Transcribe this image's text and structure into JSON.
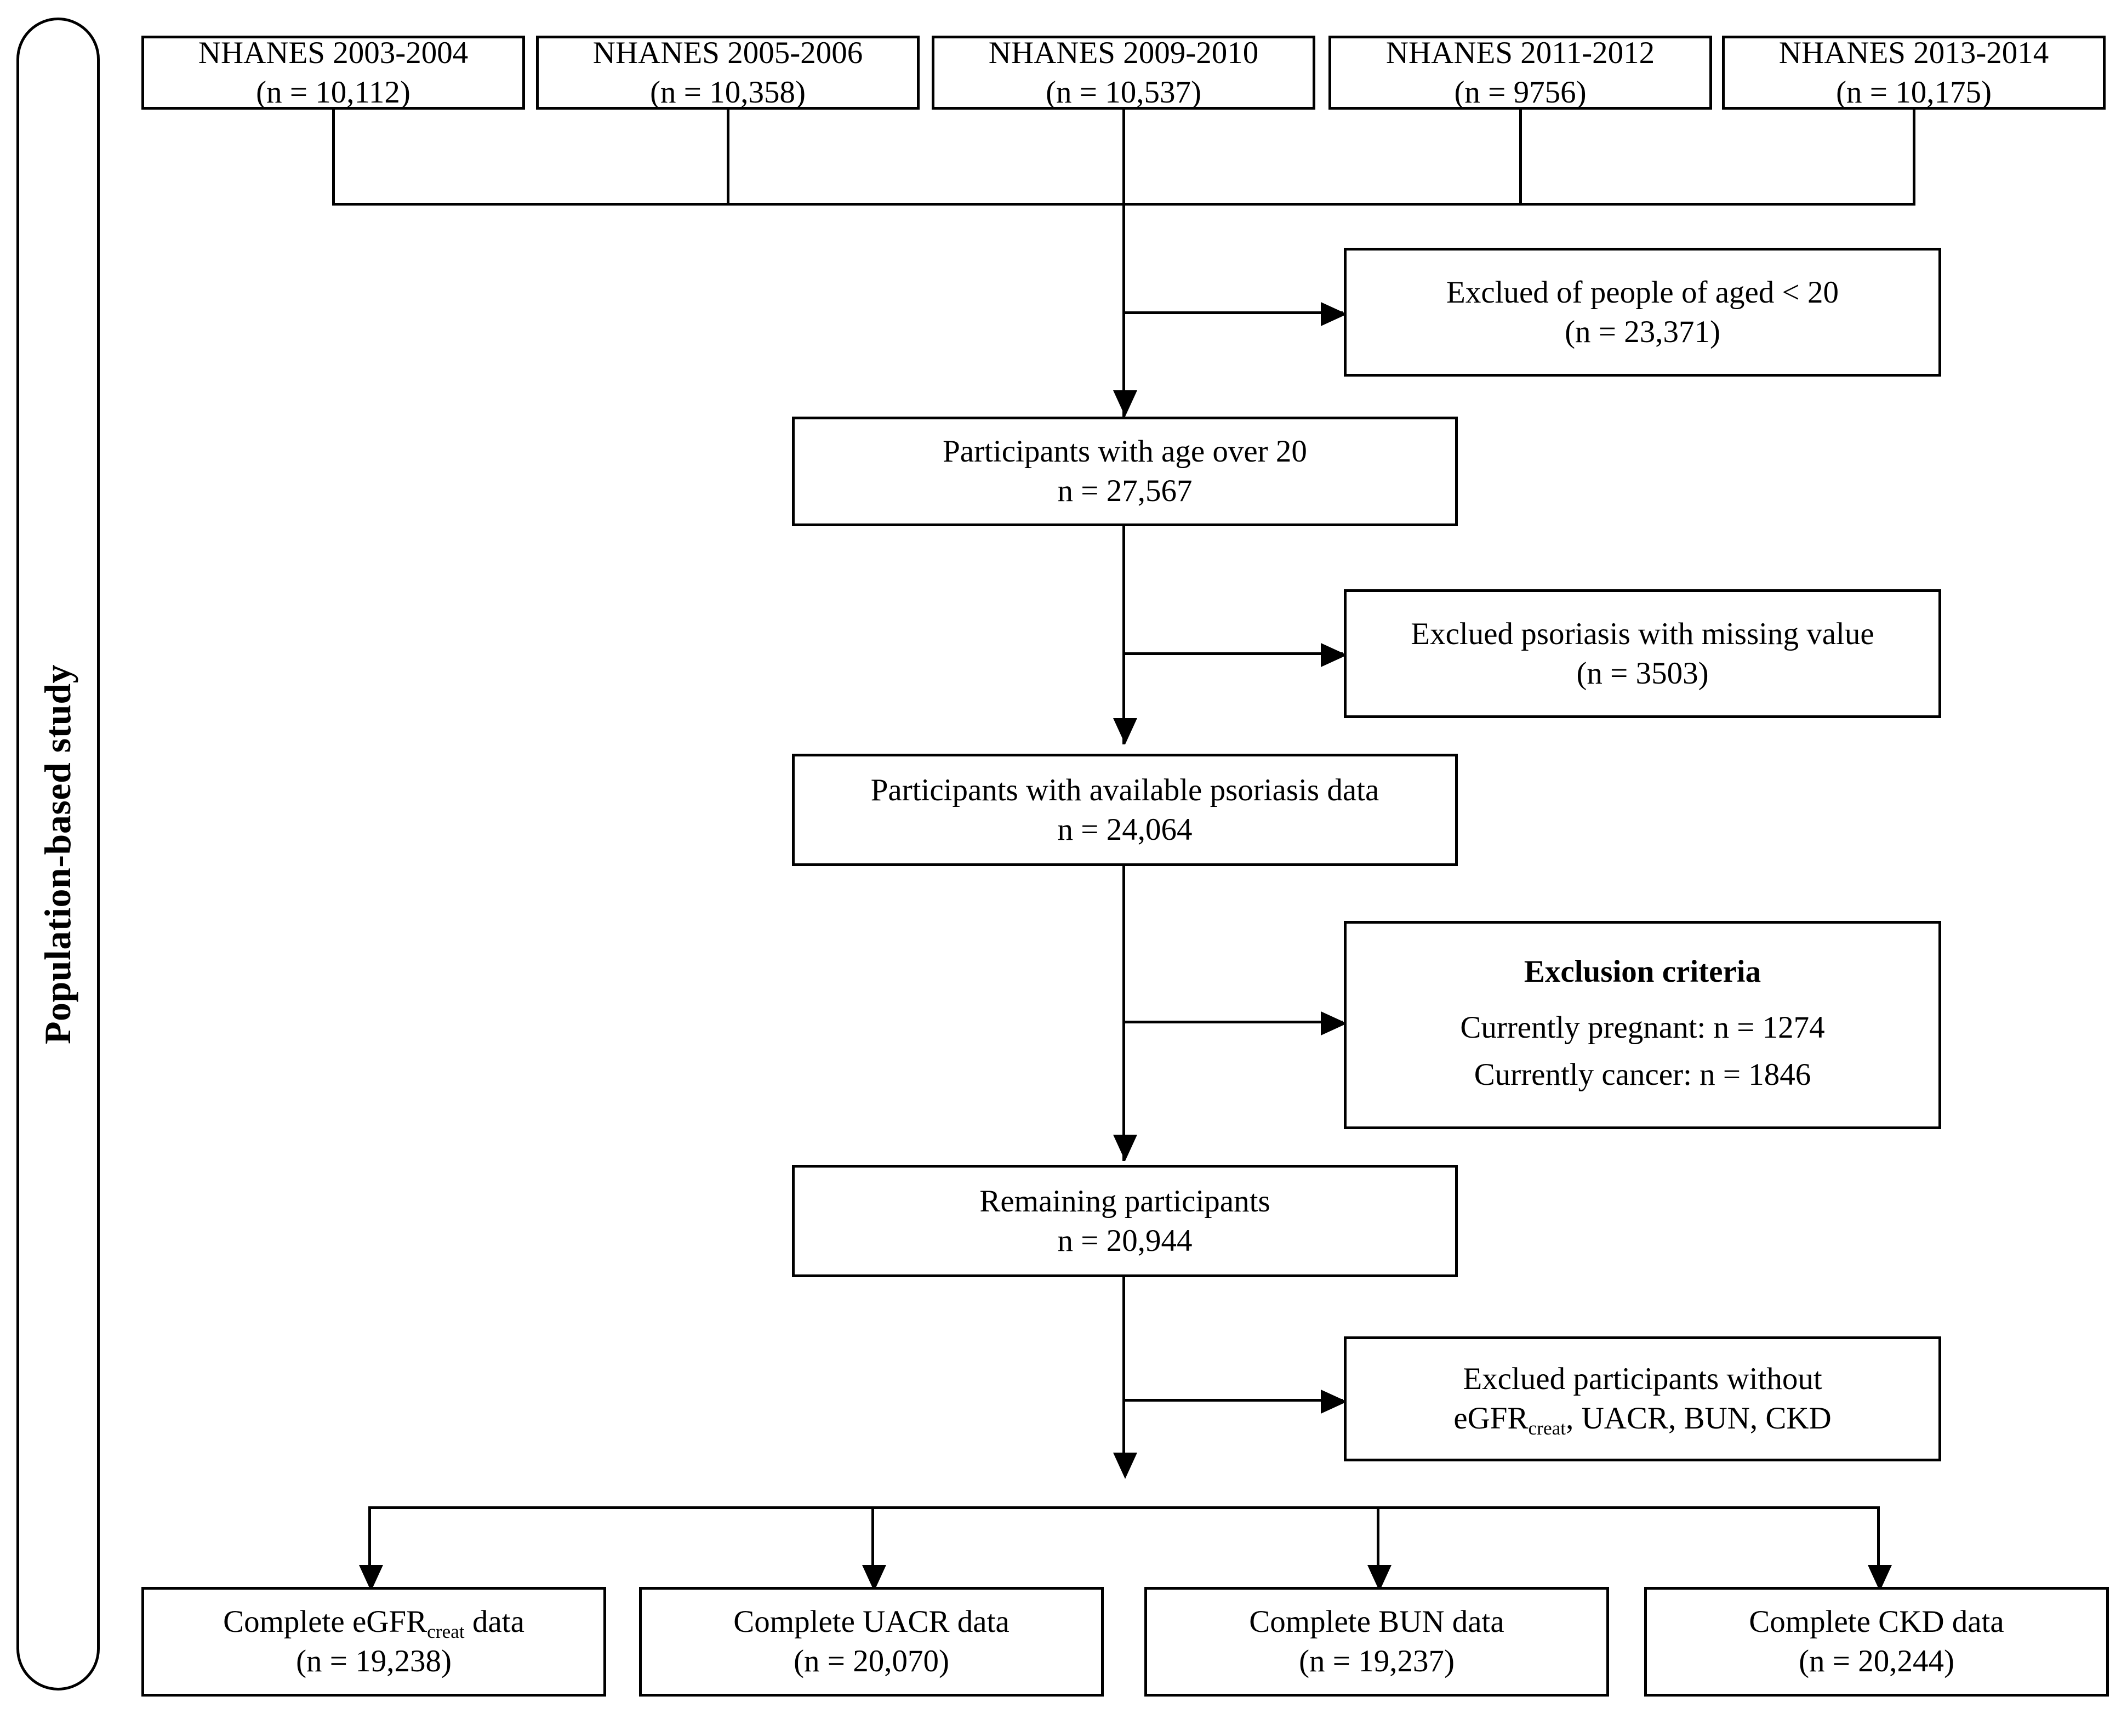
{
  "study_label": "Population-based study",
  "cohorts": [
    {
      "name": "NHANES 2003-2004",
      "count": "(n = 10,112)"
    },
    {
      "name": "NHANES 2005-2006",
      "count": "(n = 10,358)"
    },
    {
      "name": "NHANES 2009-2010",
      "count": "(n = 10,537)"
    },
    {
      "name": "NHANES 2011-2012",
      "count": "(n = 9756)"
    },
    {
      "name": "NHANES 2013-2014",
      "count": "(n = 10,175)"
    }
  ],
  "exclusions": [
    {
      "text": "Exclued of people of aged < 20",
      "count": "(n = 23,371)"
    },
    {
      "text": "Exclued psoriasis with missing value",
      "count": "(n = 3503)"
    }
  ],
  "exclusion_criteria": {
    "title": "Exclusion criteria",
    "items": [
      "Currently pregnant: n = 1274",
      "Currently cancer: n = 1846"
    ]
  },
  "exclusion_final": {
    "line1": "Exclued participants without",
    "line2_pre": "eGFR",
    "line2_sub": "creat",
    "line2_post": ", UACR, BUN, CKD"
  },
  "stages": [
    {
      "text": "Participants with age over 20",
      "count": "n = 27,567"
    },
    {
      "text": "Participants with available psoriasis data",
      "count": "n = 24,064"
    },
    {
      "text": "Remaining participants",
      "count": "n = 20,944"
    }
  ],
  "outcomes": [
    {
      "pre": "Complete eGFR",
      "sub": "creat",
      "post": " data",
      "count": "(n = 19,238)"
    },
    {
      "pre": "Complete UACR data",
      "sub": "",
      "post": "",
      "count": "(n = 20,070)"
    },
    {
      "pre": "Complete BUN data",
      "sub": "",
      "post": "",
      "count": "(n = 19,237)"
    },
    {
      "pre": "Complete CKD data",
      "sub": "",
      "post": "",
      "count": "(n = 20,244)"
    }
  ],
  "colors": {
    "stroke": "#000000",
    "background": "#ffffff"
  }
}
